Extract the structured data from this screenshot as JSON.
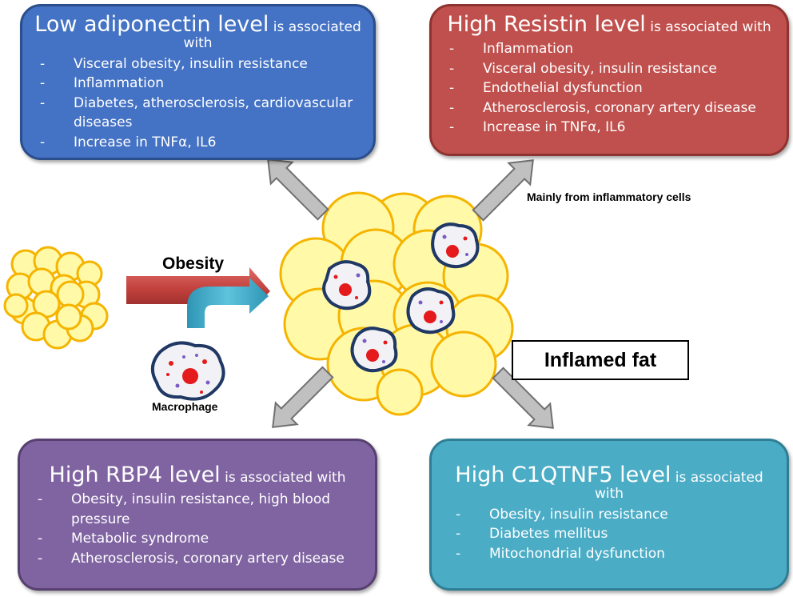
{
  "boxes": {
    "adiponectin": {
      "title_big": "Low adiponectin level",
      "title_small": " is associated with",
      "items": [
        "Visceral obesity, insulin resistance",
        "Inflammation",
        "Diabetes, atherosclerosis, cardiovascular diseases",
        "Increase in TNFα, IL6"
      ]
    },
    "resistin": {
      "title_big": "High Resistin level",
      "title_small": " is associated with",
      "items": [
        "Inflammation",
        "Visceral obesity, insulin resistance",
        "Endothelial dysfunction",
        "Atherosclerosis, coronary artery disease",
        "Increase in TNFα, IL6"
      ]
    },
    "rbp4": {
      "title_big": "High RBP4 level",
      "title_small": " is associated with",
      "items": [
        "Obesity, insulin resistance, high blood pressure",
        "Metabolic syndrome",
        "Atherosclerosis, coronary artery disease"
      ]
    },
    "c1qtnf5": {
      "title_big": "High C1QTNF5 level",
      "title_small": " is associated with",
      "items": [
        "Obesity, insulin resistance",
        "Diabetes mellitus",
        "Mitochondrial dysfunction"
      ]
    }
  },
  "labels": {
    "obesity": "Obesity",
    "macrophage": "Macrophage",
    "inflammatory_source": "Mainly from inflammatory cells",
    "inflamed_fat": "Inflamed fat"
  },
  "colors": {
    "adiponectin_box": "#4472c4",
    "resistin_box": "#c0504d",
    "rbp4_box": "#8064a2",
    "c1qtnf5_box": "#4bacc6",
    "fat_cell_fill": "#fff9a8",
    "fat_cell_stroke": "#f5b400",
    "obesity_arrow": "#c0504d",
    "macrophage_arrow": "#4bacc6",
    "macrophage_outline": "#1f3864",
    "nucleus": "#e41a1c",
    "connector_arrow": "#c0c0c0"
  }
}
